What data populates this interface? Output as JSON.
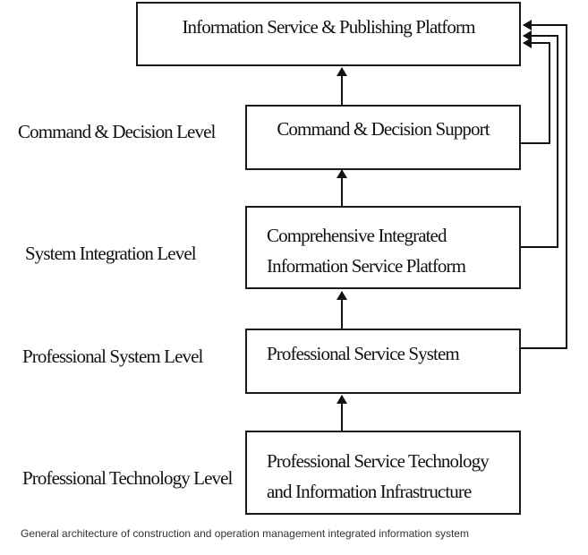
{
  "diagram": {
    "boxes": {
      "platform": {
        "lines": [
          "Information Service & Publishing Platform"
        ]
      },
      "command": {
        "lines": [
          "Command & Decision Support"
        ]
      },
      "integration": {
        "lines": [
          "Comprehensive Integrated",
          "Information Service Platform"
        ]
      },
      "service": {
        "lines": [
          "Professional Service System"
        ]
      },
      "technology": {
        "lines": [
          "Professional Service Technology",
          "and Information Infrastructure"
        ]
      }
    },
    "levels": {
      "command": "Command & Decision Level",
      "integration": "System Integration Level",
      "professional": "Professional System Level",
      "technology": "Professional Technology Level"
    }
  },
  "caption": "General architecture of construction and operation management integrated information system"
}
